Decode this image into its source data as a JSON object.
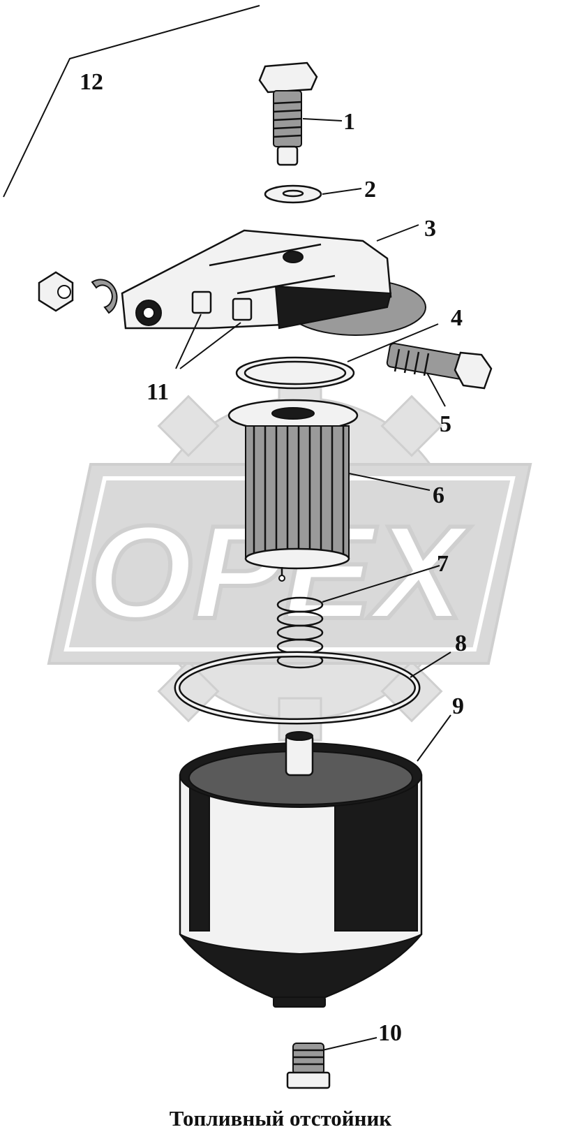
{
  "caption": "Топливный отстойник",
  "watermark_text": "OPEX",
  "callouts": [
    {
      "label": "1"
    },
    {
      "label": "2"
    },
    {
      "label": "3"
    },
    {
      "label": "4"
    },
    {
      "label": "5"
    },
    {
      "label": "6"
    },
    {
      "label": "7"
    },
    {
      "label": "8"
    },
    {
      "label": "9"
    },
    {
      "label": "10"
    },
    {
      "label": "11"
    },
    {
      "label": "12"
    }
  ],
  "colors": {
    "ink": "#111111",
    "watermark": "#d6d6d6",
    "background": "#ffffff"
  }
}
